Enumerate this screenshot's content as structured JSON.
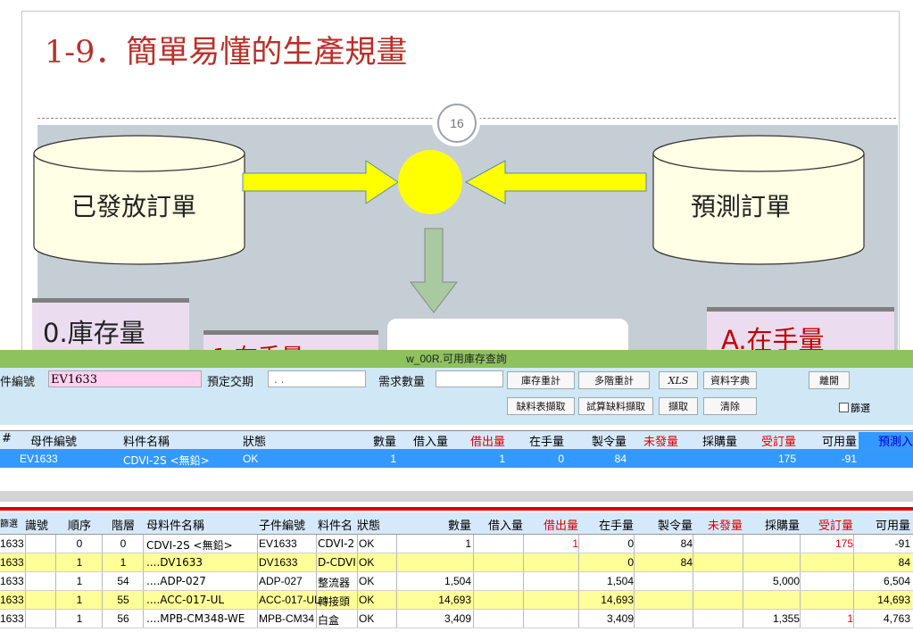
{
  "slide": {
    "title": "1-9．簡單易懂的生產規畫",
    "page_number": "16",
    "left_cylinder": "已發放訂單",
    "right_cylinder": "預測訂單",
    "box0": "0.庫存量",
    "box1": "1.在手量",
    "boxA": "A.在手量"
  },
  "window": {
    "title": "w_00R.可用庫存查詢",
    "part_no_label": "件編號",
    "part_no_value": "EV1633",
    "due_label": "預定交期",
    "due_value": " . .",
    "demand_label": "需求數量",
    "demand_value": "",
    "buttons": {
      "stock_recalc": "庫存重計",
      "multi_recalc": "多階重計",
      "xls": "XLS",
      "dictionary": "資料字典",
      "leave": "離開",
      "shortage_fetch": "缺料表擷取",
      "trial_shortage": "試算缺料擷取",
      "fetch": "擷取",
      "clear": "清除"
    },
    "filter_label": "篩選"
  },
  "top_grid": {
    "headers": [
      "#",
      "母件編號",
      "料件名稱",
      "狀態",
      "數量",
      "借入量",
      "借出量",
      "在手量",
      "製令量",
      "未發量",
      "採購量",
      "受訂量",
      "可用量",
      "預測入"
    ],
    "row": [
      "",
      "EV1633",
      "CDVI-2S <無鉛>",
      "OK",
      "1",
      "",
      "1",
      "0",
      "84",
      "",
      "",
      "175",
      "-91",
      ""
    ]
  },
  "bottom_grid": {
    "headers": [
      "篩選",
      "識號",
      "順序",
      "階層",
      "母料件名稱",
      "子件編號",
      "料件名",
      "狀態",
      "數量",
      "借入量",
      "借出量",
      "在手量",
      "製令量",
      "未發量",
      "採購量",
      "受訂量",
      "可用量"
    ],
    "rows": [
      {
        "style": "white",
        "cells": [
          "1633",
          "0",
          "0",
          "CDVI-2S <無鉛>",
          "EV1633",
          "CDVI-2",
          "OK",
          "1",
          "",
          "1",
          "0",
          "84",
          "",
          "",
          "175",
          "-91"
        ]
      },
      {
        "style": "yellow",
        "cells": [
          "1633",
          "1",
          "1",
          "....DV1633",
          "DV1633",
          "D-CDVI",
          "OK",
          "",
          "",
          "",
          "0",
          "84",
          "",
          "",
          "",
          "84"
        ]
      },
      {
        "style": "white",
        "cells": [
          "1633",
          "1",
          "54",
          "....ADP-027",
          "ADP-027",
          "整流器",
          "OK",
          "1,504",
          "",
          "",
          "1,504",
          "",
          "",
          "5,000",
          "",
          "6,504"
        ]
      },
      {
        "style": "yellow",
        "cells": [
          "1633",
          "1",
          "55",
          "....ACC-017-UL",
          "ACC-017-UL",
          "轉接頭",
          "OK",
          "14,693",
          "",
          "",
          "14,693",
          "",
          "",
          "",
          "",
          "14,693"
        ]
      },
      {
        "style": "white",
        "cells": [
          "1633",
          "1",
          "56",
          "....MPB-CM348-WE",
          "MPB-CM34",
          "白盒",
          "OK",
          "3,409",
          "",
          "",
          "3,409",
          "",
          "",
          "1,355",
          "1",
          "4,763"
        ]
      }
    ]
  },
  "colors": {
    "title_red": "#b8312a",
    "titlebar_green": "#8dc25f",
    "selected_blue": "#3399ff",
    "highlight_yellow": "#ffff99",
    "red_text": "#e00000"
  }
}
